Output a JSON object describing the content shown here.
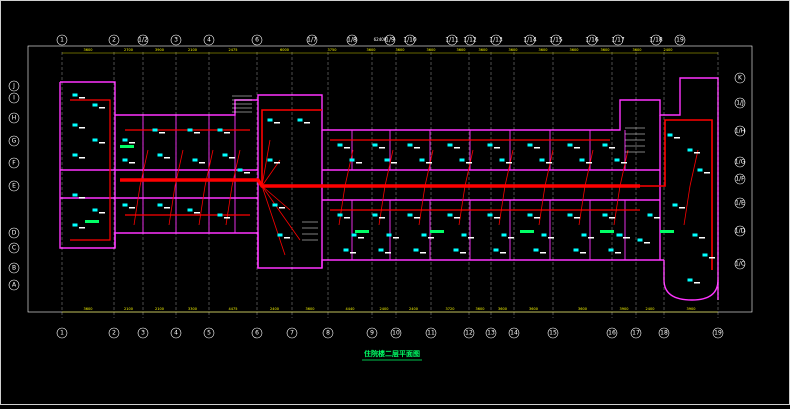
{
  "drawing": {
    "title": "住院楼二层平面图",
    "total_dimension": "62400",
    "colors": {
      "background": "#000000",
      "grid_axis": "#ffffff",
      "dimension": "#ffff00",
      "wall": "#ff33ff",
      "wiring": "#ff0000",
      "fixture": "#00ffff",
      "label": "#00ff66"
    },
    "top_axes": [
      "1",
      "2",
      "1/2",
      "3",
      "4",
      "6",
      "1/7",
      "1/8",
      "1/9",
      "1/10",
      "1/11",
      "1/12",
      "1/13",
      "1/14",
      "1/15",
      "1/16",
      "1/17",
      "1/18",
      "19"
    ],
    "bottom_axes": [
      "1",
      "2",
      "3",
      "4",
      "5",
      "6",
      "7",
      "8",
      "9",
      "10",
      "11",
      "12",
      "13",
      "14",
      "15",
      "16",
      "17",
      "18",
      "19"
    ],
    "left_axes": [
      "J",
      "I",
      "H",
      "G",
      "F",
      "E",
      "D",
      "C",
      "B",
      "A"
    ],
    "right_axes": [
      "K",
      "1/J",
      "1/H",
      "1/G",
      "1/F",
      "1/E",
      "1/D",
      "1/C"
    ],
    "top_dimensions": [
      "3600",
      "2700",
      "3900",
      "2100",
      "2475",
      "6000",
      "3750",
      "3600",
      "3600",
      "3600",
      "3600",
      "3600",
      "3600",
      "3600",
      "3600",
      "3600",
      "3600",
      "2400"
    ],
    "bottom_dimensions": [
      "3600",
      "2100",
      "2100",
      "3300",
      "4475",
      "2400",
      "3600",
      "4440",
      "2400",
      "2400",
      "3720",
      "3600",
      "3600",
      "3600",
      "3600",
      "3900",
      "2400",
      "3900"
    ]
  }
}
